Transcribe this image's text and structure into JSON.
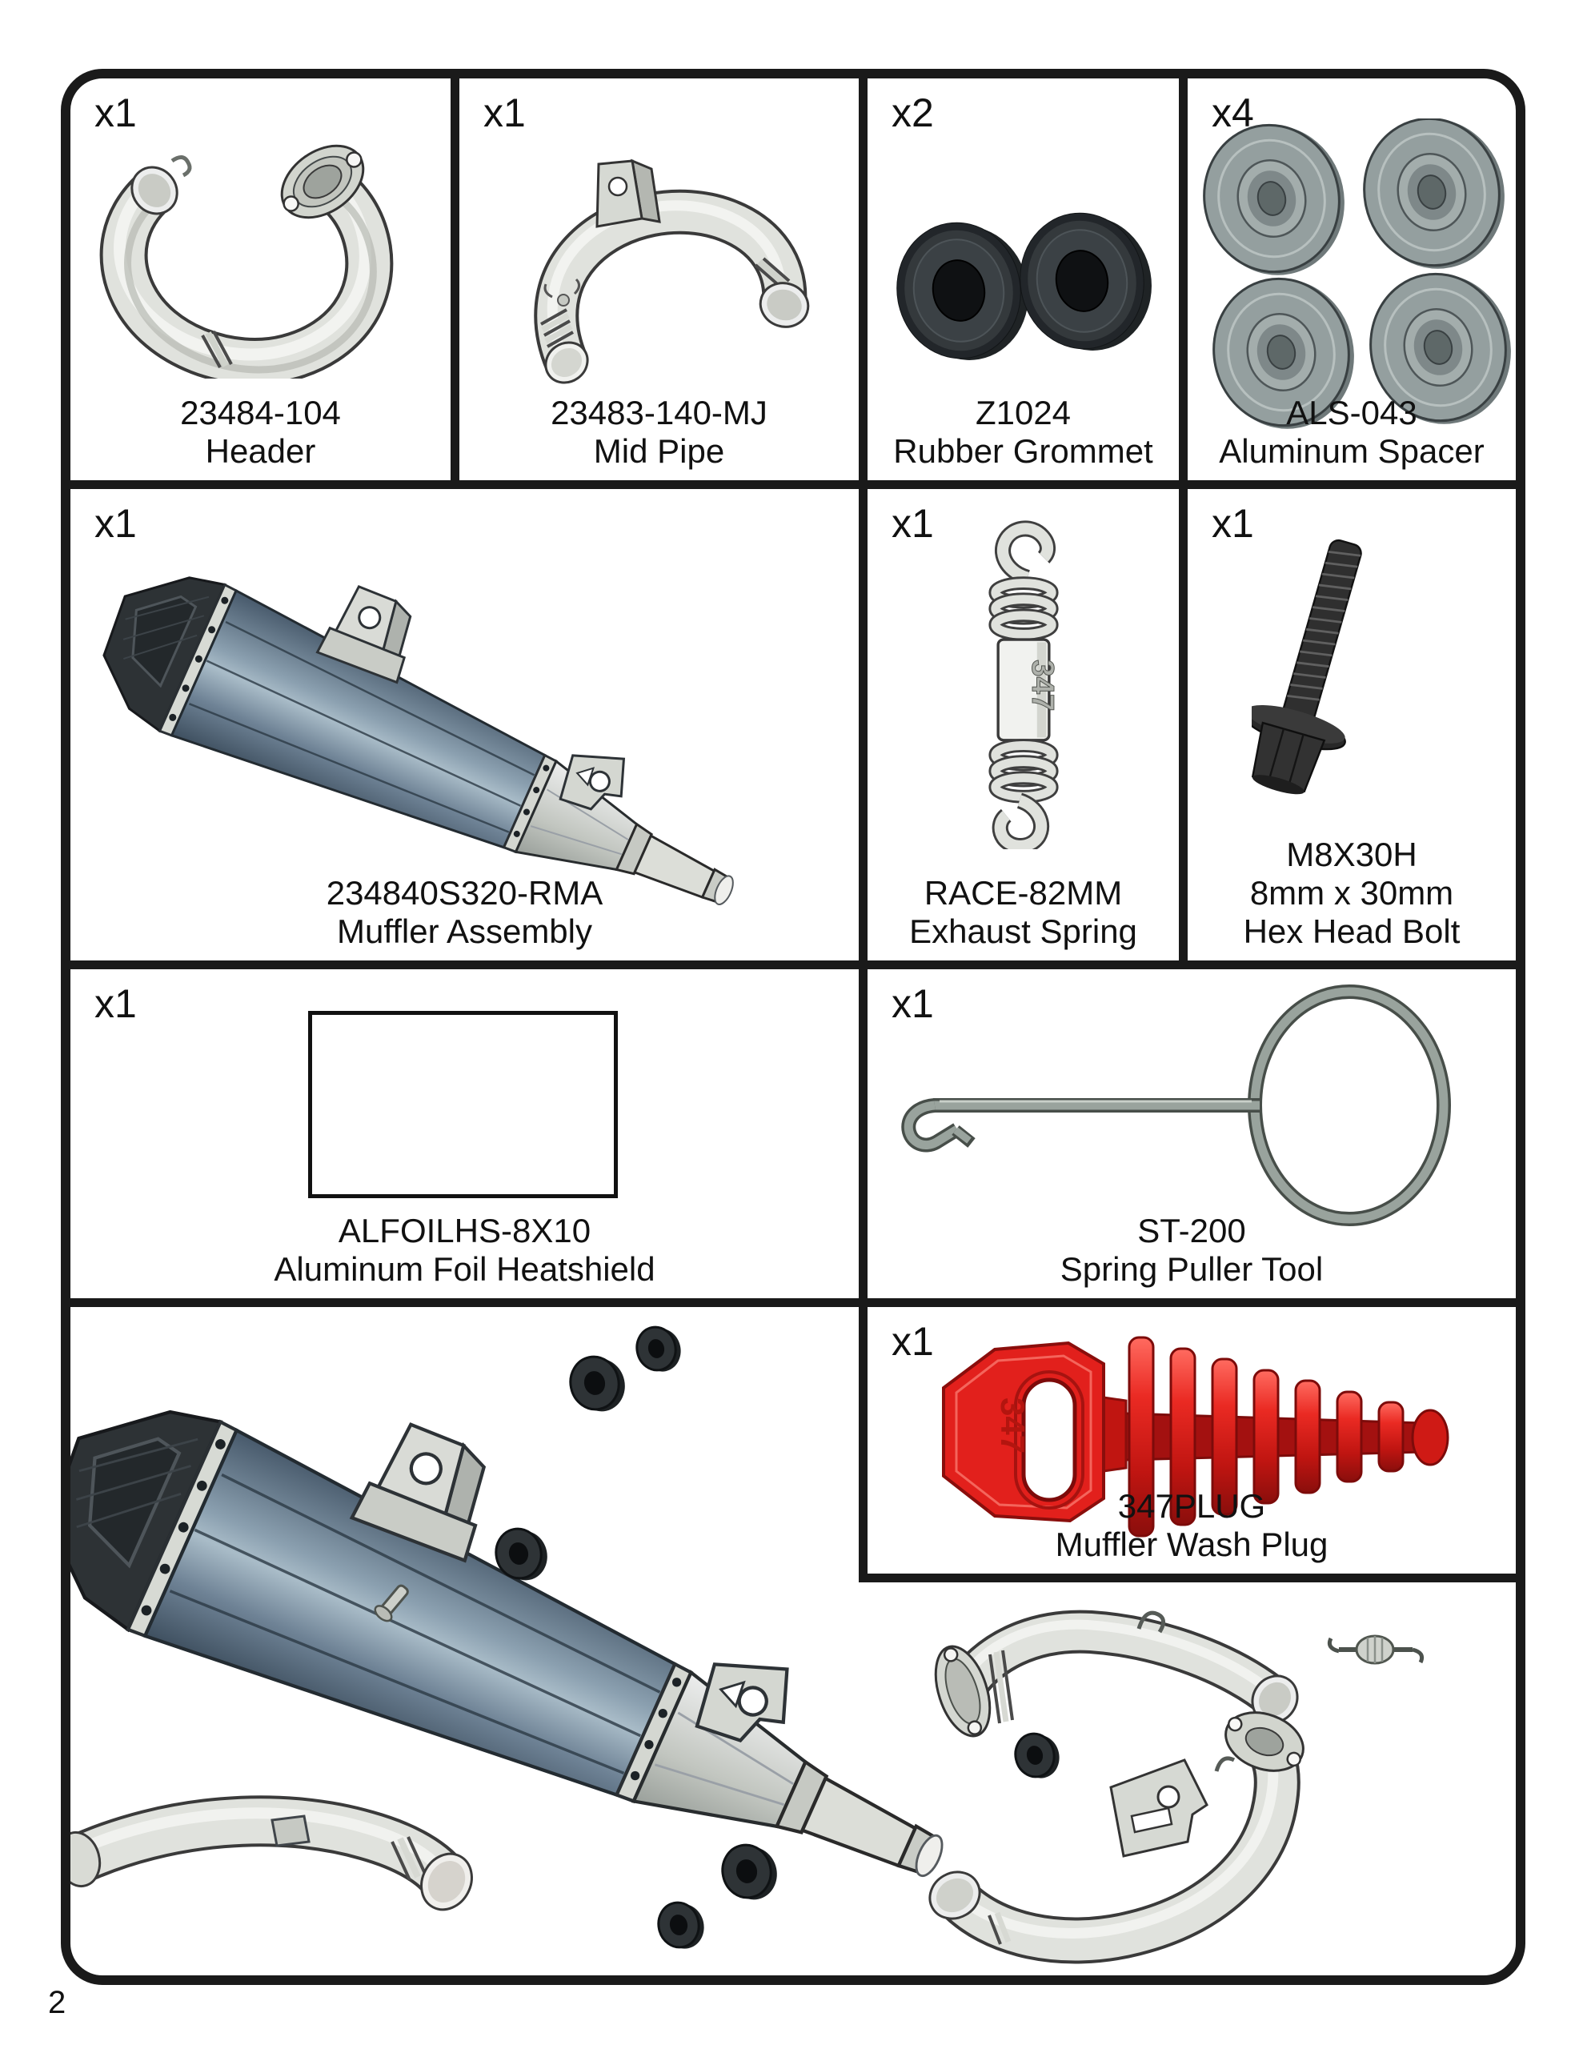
{
  "page": {
    "number": "2"
  },
  "brand": {
    "mark": "347"
  },
  "colors": {
    "border": "#1a1a1a",
    "brand_red": "#e2201c",
    "muffler_blue": "#8ba0b0",
    "metal_silver": "#e0e2dd",
    "carbon_dark": "#2d3235",
    "rubber_dark": "#34393c",
    "spacer_gray": "#949f9f"
  },
  "parts": [
    {
      "qty": "x1",
      "part_number": "23484-104",
      "name": "Header"
    },
    {
      "qty": "x1",
      "part_number": "23483-140-MJ",
      "name": "Mid Pipe"
    },
    {
      "qty": "x2",
      "part_number": "Z1024",
      "name": "Rubber Grommet"
    },
    {
      "qty": "x4",
      "part_number": "ALS-043",
      "name": "Aluminum Spacer"
    },
    {
      "qty": "x1",
      "part_number": "234840S320-RMA",
      "name": "Muffler Assembly"
    },
    {
      "qty": "x1",
      "part_number": "RACE-82MM",
      "name": "Exhaust Spring"
    },
    {
      "qty": "x1",
      "part_number": "M8X30H",
      "size": "8mm x 30mm",
      "name": "Hex Head Bolt"
    },
    {
      "qty": "x1",
      "part_number": "ALFOILHS-8X10",
      "name": "Aluminum Foil Heatshield"
    },
    {
      "qty": "x1",
      "part_number": "ST-200",
      "name": "Spring Puller Tool"
    },
    {
      "qty": "x1",
      "part_number": "347PLUG",
      "name": "Muffler Wash Plug"
    }
  ]
}
